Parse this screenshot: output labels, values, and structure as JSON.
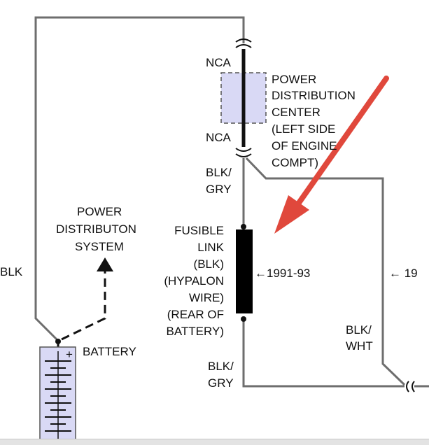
{
  "labels": {
    "nca_top": "NCA",
    "nca_bottom": "NCA",
    "pdc_line1": "POWER",
    "pdc_line2": "DISTRIBUTION",
    "pdc_line3": "CENTER",
    "pdc_line4": "(LEFT SIDE",
    "pdc_line5": "OF ENGINE",
    "pdc_line6": "COMPT)",
    "blk_gry_top_1": "BLK/",
    "blk_gry_top_2": "GRY",
    "pds_line1": "POWER",
    "pds_line2": "DISTRIBUTON",
    "pds_line3": "SYSTEM",
    "blk_left": "BLK",
    "fusible_line1": "FUSIBLE",
    "fusible_line2": "LINK",
    "fusible_line3": "(BLK)",
    "fusible_line4": "(HYPALON",
    "fusible_line5": "WIRE)",
    "fusible_line6": "(REAR OF",
    "fusible_line7": "BATTERY)",
    "year_fusible": "←1991-93",
    "year_right": "← 19",
    "blk_wht_1": "BLK/",
    "blk_wht_2": "WHT",
    "blk_gry_bottom_1": "BLK/",
    "blk_gry_bottom_2": "GRY",
    "battery": "BATTERY",
    "battery_plus": "+"
  },
  "colors": {
    "wire": "#6e6e6e",
    "component_fill": "#d9d9f5",
    "arrow": "#e0483c",
    "fusible_link": "#000000"
  }
}
